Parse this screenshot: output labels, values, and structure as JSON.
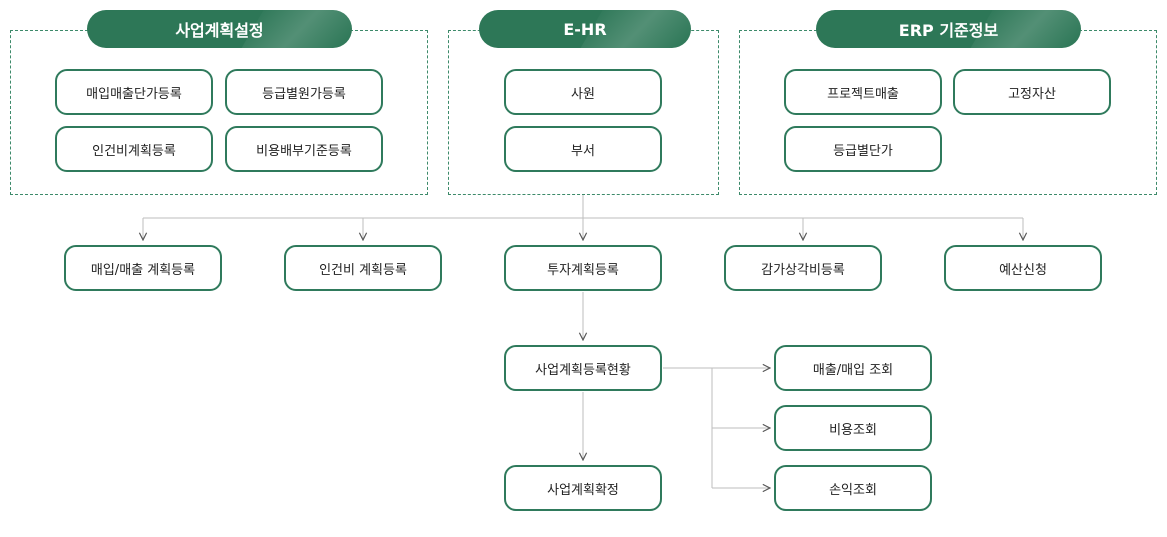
{
  "groups": {
    "biz": {
      "title": "사업계획설정",
      "items": [
        "매입매출단가등록",
        "등급별원가등록",
        "인건비계획등록",
        "비용배부기준등록"
      ]
    },
    "ehr": {
      "title": "E-HR",
      "items": [
        "사원",
        "부서"
      ]
    },
    "erp": {
      "title": "ERP 기준정보",
      "items": [
        "프로젝트매출",
        "고정자산",
        "등급별단가"
      ]
    }
  },
  "flow": {
    "registrations": [
      "매입/매출 계획등록",
      "인건비 계획등록",
      "투자계획등록",
      "감가상각비등록",
      "예산신청"
    ],
    "status": "사업계획등록현황",
    "confirm": "사업계획확정",
    "queries": [
      "매출/매입 조회",
      "비용조회",
      "손익조회"
    ]
  },
  "colors": {
    "primary": "#2d7757",
    "border": "#2f7a5c",
    "line": "#bdbdbd"
  }
}
